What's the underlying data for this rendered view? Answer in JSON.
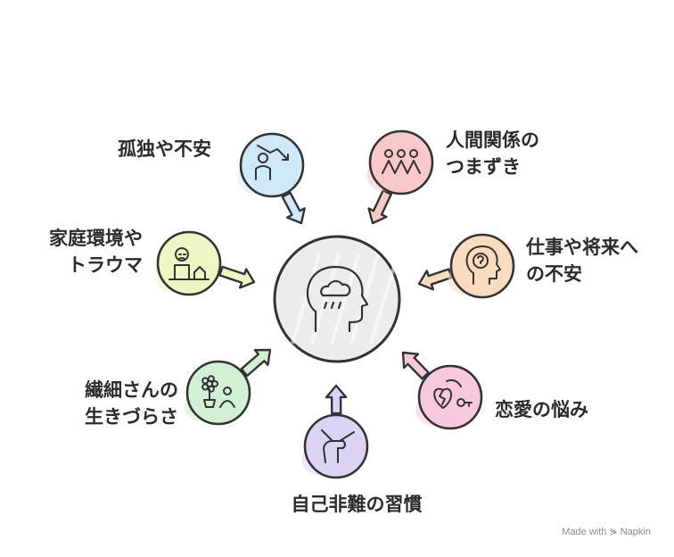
{
  "center": {
    "icon": "head-with-rain-cloud-icon",
    "color": "#ececec"
  },
  "nodes": [
    {
      "id": "loneliness",
      "label": "孤独や不安",
      "icon": "person-down-trend-icon",
      "color": "#cfe9fb"
    },
    {
      "id": "relationships",
      "label": "人間関係の\nつまずき",
      "icon": "three-people-icon",
      "color": "#f9c9c9"
    },
    {
      "id": "work",
      "label": "仕事や将来へ\nの不安",
      "icon": "head-question-icon",
      "color": "#fbdcbf"
    },
    {
      "id": "love",
      "label": "恋愛の悩み",
      "icon": "broken-heart-key-icon",
      "color": "#f8c9de"
    },
    {
      "id": "self-blame",
      "label": "自己非難の習慣",
      "icon": "hand-pointing-icon",
      "color": "#ddd3f5"
    },
    {
      "id": "sensitive",
      "label": "繊細さんの\n生きづらさ",
      "icon": "flower-person-icon",
      "color": "#d2f0d4"
    },
    {
      "id": "family",
      "label": "家庭環境や\nトラウマ",
      "icon": "sad-person-house-icon",
      "color": "#eef7c4"
    }
  ],
  "watermark": "Made with ⋟ Napkin"
}
